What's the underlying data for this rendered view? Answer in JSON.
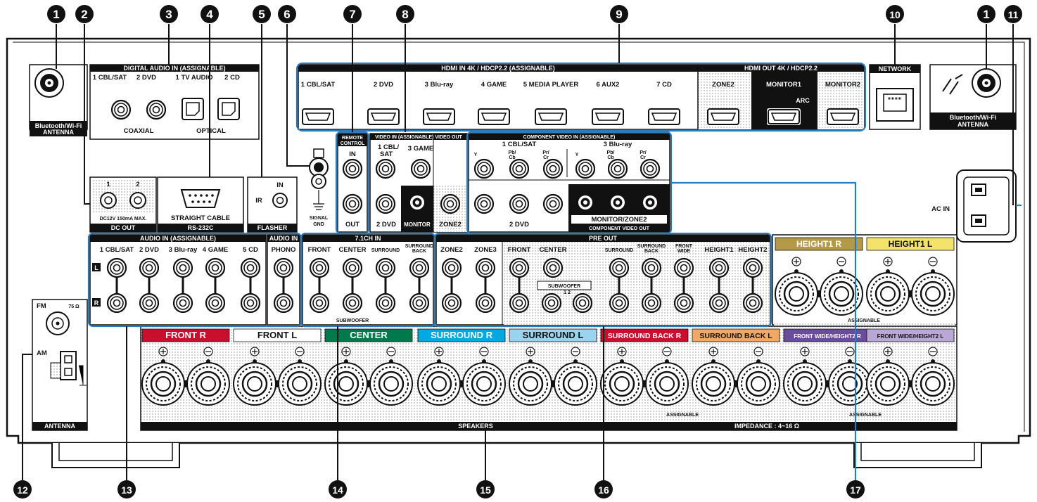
{
  "callouts": [
    "1",
    "2",
    "3",
    "4",
    "5",
    "6",
    "7",
    "8",
    "9",
    "10",
    "1",
    "11",
    "12",
    "13",
    "14",
    "15",
    "16",
    "17"
  ],
  "bt_left": {
    "line1": "Bluetooth/Wi-Fi",
    "line2": "ANTENNA"
  },
  "bt_right": {
    "line1": "Bluetooth/Wi-Fi",
    "line2": "ANTENNA"
  },
  "digital_in": {
    "title": "DIGITAL AUDIO IN (ASSIGNABLE)",
    "labels": [
      "1 CBL/SAT",
      "2 DVD",
      "1 TV AUDIO",
      "2 CD"
    ],
    "coaxial": "COAXIAL",
    "optical": "OPTICAL"
  },
  "hdmi_in": {
    "title": "HDMI IN  4K / HDCP2.2  (ASSIGNABLE)",
    "labels": [
      "1 CBL/SAT",
      "2 DVD",
      "3 Blu-ray",
      "4 GAME",
      "5 MEDIA PLAYER",
      "6 AUX2",
      "7 CD"
    ]
  },
  "hdmi_out": {
    "title": "HDMI OUT  4K / HDCP2.2",
    "labels": [
      "ZONE2",
      "MONITOR1",
      "MONITOR2"
    ],
    "arc": "ARC"
  },
  "network": {
    "title": "NETWORK"
  },
  "dc_out": {
    "labels": [
      "1",
      "2"
    ],
    "spec": "DC12V 150mA MAX.",
    "title": "DC OUT"
  },
  "rs232": {
    "sub": "STRAIGHT CABLE",
    "title": "RS-232C"
  },
  "flasher": {
    "ir": "IR",
    "in": "IN",
    "title": "FLASHER"
  },
  "signal_gnd": {
    "line1": "SIGNAL",
    "line2": "GND"
  },
  "remote": {
    "title1": "REMOTE",
    "title2": "CONTROL",
    "in": "IN",
    "out": "OUT"
  },
  "video": {
    "title": "VIDEO IN (ASSIGNABLE) VIDEO OUT",
    "l1": "1 CBL/",
    "l1b": "SAT",
    "l3": "3 GAME",
    "l2": "2 DVD",
    "monitor": "MONITOR",
    "zone2": "ZONE2"
  },
  "component": {
    "title": "COMPONENT VIDEO IN (ASSIGNABLE)",
    "in1": "1 CBL/SAT",
    "in3": "3 Blu-ray",
    "y": "Y",
    "pb": "Pb/",
    "cb": "Cb",
    "pr": "Pr/",
    "cr": "Cr",
    "in2": "2 DVD",
    "mon": "MONITOR/ZONE2",
    "out": "COMPONENT VIDEO OUT"
  },
  "ac_in": {
    "label": "AC IN"
  },
  "audio_in": {
    "title": "AUDIO IN (ASSIGNABLE)",
    "labels": [
      "1 CBL/SAT",
      "2 DVD",
      "3 Blu-ray",
      "4 GAME",
      "5 CD"
    ],
    "L": "L",
    "R": "R"
  },
  "phono": {
    "title": "AUDIO IN",
    "label": "PHONO"
  },
  "ch71": {
    "title": "7.1CH IN",
    "labels": [
      "FRONT",
      "CENTER",
      "SURROUND",
      "SURROUND",
      "BACK"
    ],
    "sub": "SUBWOOFER"
  },
  "preout": {
    "title": "PRE OUT",
    "labels": [
      "ZONE2",
      "ZONE3",
      "FRONT",
      "CENTER",
      "SURROUND",
      "SURROUND",
      "BACK",
      "FRONT",
      "WIDE",
      "HEIGHT1",
      "HEIGHT2"
    ],
    "sub": "SUBWOOFER",
    "subnum": "1  2"
  },
  "height1": {
    "r": "HEIGHT1 R",
    "l": "HEIGHT1 L",
    "assign": "ASSIGNABLE"
  },
  "antenna": {
    "fm": "FM",
    "ohm": "75 Ω",
    "am": "AM",
    "title": "ANTENNA"
  },
  "speakers": {
    "labels": [
      "FRONT R",
      "FRONT L",
      "CENTER",
      "SURROUND R",
      "SURROUND L",
      "SURROUND BACK R",
      "SURROUND BACK L",
      "FRONT WIDE/HEIGHT2 R",
      "FRONT WIDE/HEIGHT2 L"
    ],
    "colors": [
      "#c8102e",
      "#ffffff",
      "#007a4d",
      "#00a9e0",
      "#9ad3f0",
      "#c8102e",
      "#f0a868",
      "#6a4c9c",
      "#b9a7d6"
    ],
    "textcolors": [
      "#fff",
      "#111",
      "#fff",
      "#fff",
      "#111",
      "#fff",
      "#111",
      "#fff",
      "#111"
    ],
    "assign1": "ASSIGNABLE",
    "assign2": "ASSIGNABLE",
    "title": "SPEAKERS",
    "impedance": "IMPEDANCE : 4~16 Ω"
  },
  "colors": {
    "panel": "#222",
    "blue": "#2a7bbd",
    "gold": "#b49a48",
    "yellow": "#f3e36a"
  }
}
